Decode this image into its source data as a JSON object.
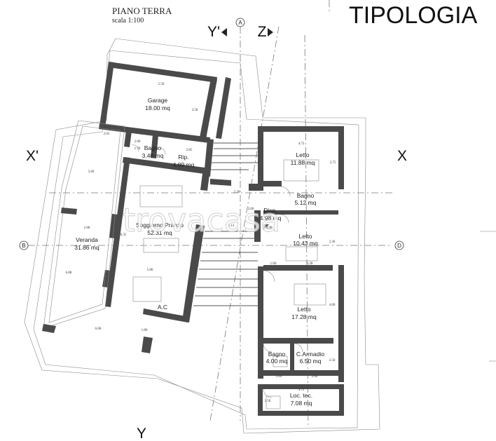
{
  "drawing": {
    "title": "PIANO TERRA",
    "scale": "scala 1:100",
    "typology_label": "TIPOLOGIA"
  },
  "section_axes": {
    "y_prime": "Y'",
    "z": "Z",
    "x_prime": "X'",
    "x": "X",
    "y": "Y"
  },
  "elevation_markers": {
    "a": "A",
    "b": "B",
    "d": "D"
  },
  "rooms": {
    "garage": {
      "name": "Garage",
      "area": "18.00 mq"
    },
    "bagno_1": {
      "name": "Bagno",
      "area": "3.40 mq"
    },
    "rip": {
      "name": "Rip.",
      "area": "4.89 mq"
    },
    "veranda": {
      "name": "Veranda",
      "area": "31.86 mq"
    },
    "soggiorno": {
      "name": "Soggiorno/Pranzo",
      "area": "52.31 mq"
    },
    "ac_label": "A.C",
    "letto_1": {
      "name": "Letto",
      "area": "11.88 mq"
    },
    "bagno_2": {
      "name": "Bagno",
      "area": "5.12 mq"
    },
    "disp": {
      "name": "Disp.",
      "area": "4.98 mq"
    },
    "letto_2": {
      "name": "Letto",
      "area": "10.43 mq"
    },
    "letto_3": {
      "name": "Letto",
      "area": "17.28 mq"
    },
    "bagno_3": {
      "name": "Bagno",
      "area": "4.00 mq"
    },
    "armadio": {
      "name": "C.Armadio",
      "area": "6.50 mq"
    },
    "loc_tec": {
      "name": "Loc. tec.",
      "area": "7.08 mq"
    }
  },
  "dimensions": {
    "garage_width": "5.50",
    "garage_depth": "3.58",
    "veranda_top": "2.65",
    "bagno_w": "2.00",
    "bagno_d": "1.76",
    "rip_w": "2.85",
    "veranda_side": "5.69",
    "veranda_w": "2.68",
    "veranda_len": "6.88",
    "sogg_d": "6.35",
    "sogg_w": "5.80",
    "bottom_w": "6.08",
    "bottom_small": "1.80",
    "corr_w": "2.36",
    "corr_side": "2.66",
    "disp_w": "4.98",
    "conn_w": "2.13",
    "letto1_w": "4.72",
    "letto1_d": "2.75",
    "letto2_d": "2.36",
    "letto2_small": "1.60",
    "letto2_w": "3.28",
    "letto3_d": "4.00",
    "bagno3_w": "1.80",
    "armadio_w": "2.60",
    "armadio_d": "2.50",
    "loc_w": "4.72",
    "loc_d": "1.50"
  },
  "watermark": "trovacasa"
}
